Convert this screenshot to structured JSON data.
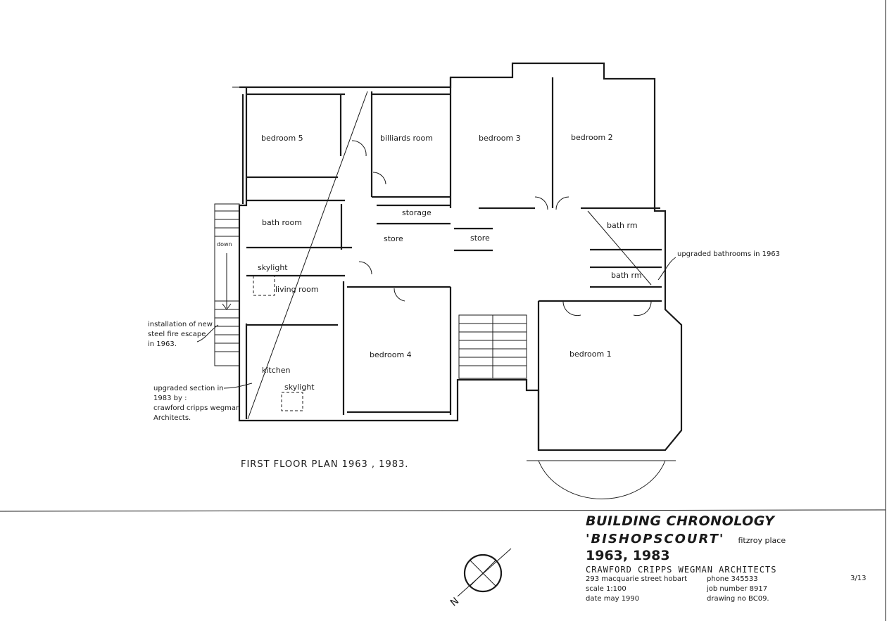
{
  "rooms": {
    "bedroom5": "bedroom 5",
    "billiards": "billiards room",
    "bedroom3": "bedroom 3",
    "bedroom2": "bedroom 2",
    "storage": "storage",
    "bath_room": "bath room",
    "store_left": "store",
    "store_mid": "store",
    "bath_rm_upper": "bath rm",
    "bath_rm_lower": "bath rm",
    "skylight_upper": "skylight",
    "living_room": "living room",
    "bedroom4": "bedroom 4",
    "bedroom1": "bedroom 1",
    "kitchen": "kitchen",
    "skylight_lower": "skylight",
    "down": "down"
  },
  "notes": {
    "bathrooms": "upgraded bathrooms in 1963",
    "fire_escape": [
      "installation of new",
      "steel fire escape",
      "in 1963."
    ],
    "upgraded_section": [
      "upgraded section in",
      "1983 by :",
      "crawford cripps wegman",
      "Architects."
    ]
  },
  "plan_title": "FIRST FLOOR PLAN   1963 , 1983.",
  "north_label": "N",
  "title_block": {
    "heading": "BUILDING CHRONOLOGY",
    "name": "'BISHOPSCOURT'",
    "place": "fitzroy place",
    "years": "1963,  1983",
    "architects": "CRAWFORD  CRIPPS  WEGMAN  ARCHITECTS",
    "address": "293 macquarie street hobart",
    "phone": "phone  345533",
    "scale": "scale 1:100",
    "job_number": "job number  8917",
    "date": "date  may 1990",
    "drawing_no": "drawing no  BC09.",
    "sheet": "3/13"
  }
}
